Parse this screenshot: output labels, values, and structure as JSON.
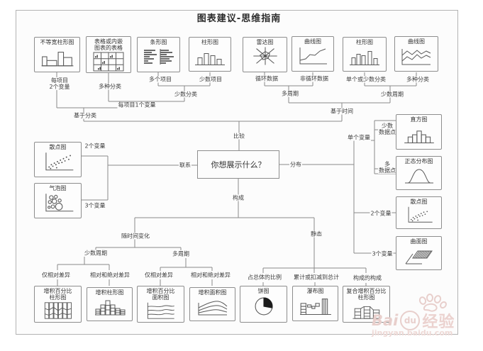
{
  "title": "图表建议-思维指南",
  "center_question": "你想展示什么？",
  "labels": {
    "compare": "比较",
    "relation": "联系",
    "distribution": "分布",
    "composition": "构成",
    "per_item_2vars": "每项目\n2个变量",
    "multi_cat_left": "多种分类",
    "many_items": "多个项目",
    "few_items": "少数项目",
    "few_cat": "少数分类",
    "per_item_1var": "每项目1个变量",
    "by_category": "基于分类",
    "cyclical": "循环数据",
    "noncyclical": "非循环数据",
    "single_or_few_cat": "单个或少数分类",
    "multi_cat_right": "多种分类",
    "many_periods_top": "多周期",
    "few_periods_top": "少数周期",
    "by_time": "基于时间",
    "vars2_left": "2个变量",
    "vars3_left": "3个变量",
    "single_var": "单个变量",
    "few_points": "少数\n数据点",
    "many_points": "多\n数据点",
    "vars2_right": "2个变量",
    "vars3_right": "3个变量",
    "over_time": "随时间变化",
    "static": "静态",
    "few_periods_bottom": "少数周期",
    "many_periods_bottom": "多周期",
    "rel_only_1": "仅相对差异",
    "rel_abs_1": "相对和绝对差异",
    "rel_only_2": "仅相对差异",
    "rel_abs_2": "相对和绝对差异",
    "share_of_whole": "占总体的比例",
    "accumulation": "累计或扣减到总计",
    "comp_of_comp": "构成的构成"
  },
  "boxes": {
    "var_width_col": "不等宽柱形图",
    "table": "表格或内嵌\n图表的表格",
    "bar": "条形图",
    "col1": "柱形图",
    "radar": "雷达图",
    "line1": "曲线图",
    "col2": "柱形图",
    "line2": "曲线图",
    "scatter_l": "散点图",
    "bubble": "气泡图",
    "histogram": "直方图",
    "normal": "正态分布图",
    "scatter_r": "散点图",
    "surface": "曲面图",
    "stacked100_col": "增积百分比\n柱形图",
    "stacked_col": "增积柱形图",
    "stacked100_area": "增积百分比\n面积图",
    "stacked_area": "增积面积图",
    "pie": "饼图",
    "waterfall": "瀑布图",
    "compound": "复合增积百分比\n柱形图"
  },
  "watermark": {
    "brand_prefix": "Bai",
    "brand_suffix": "du",
    "brand_cn": "经验",
    "url": "jingyan.baidu.com"
  },
  "colors": {
    "line": "#8a8a8a",
    "box_border": "#8d8d8d",
    "text": "#3a3a3a",
    "watermark": "#e8cfcc",
    "pie_slice": "#1c1c1c"
  }
}
